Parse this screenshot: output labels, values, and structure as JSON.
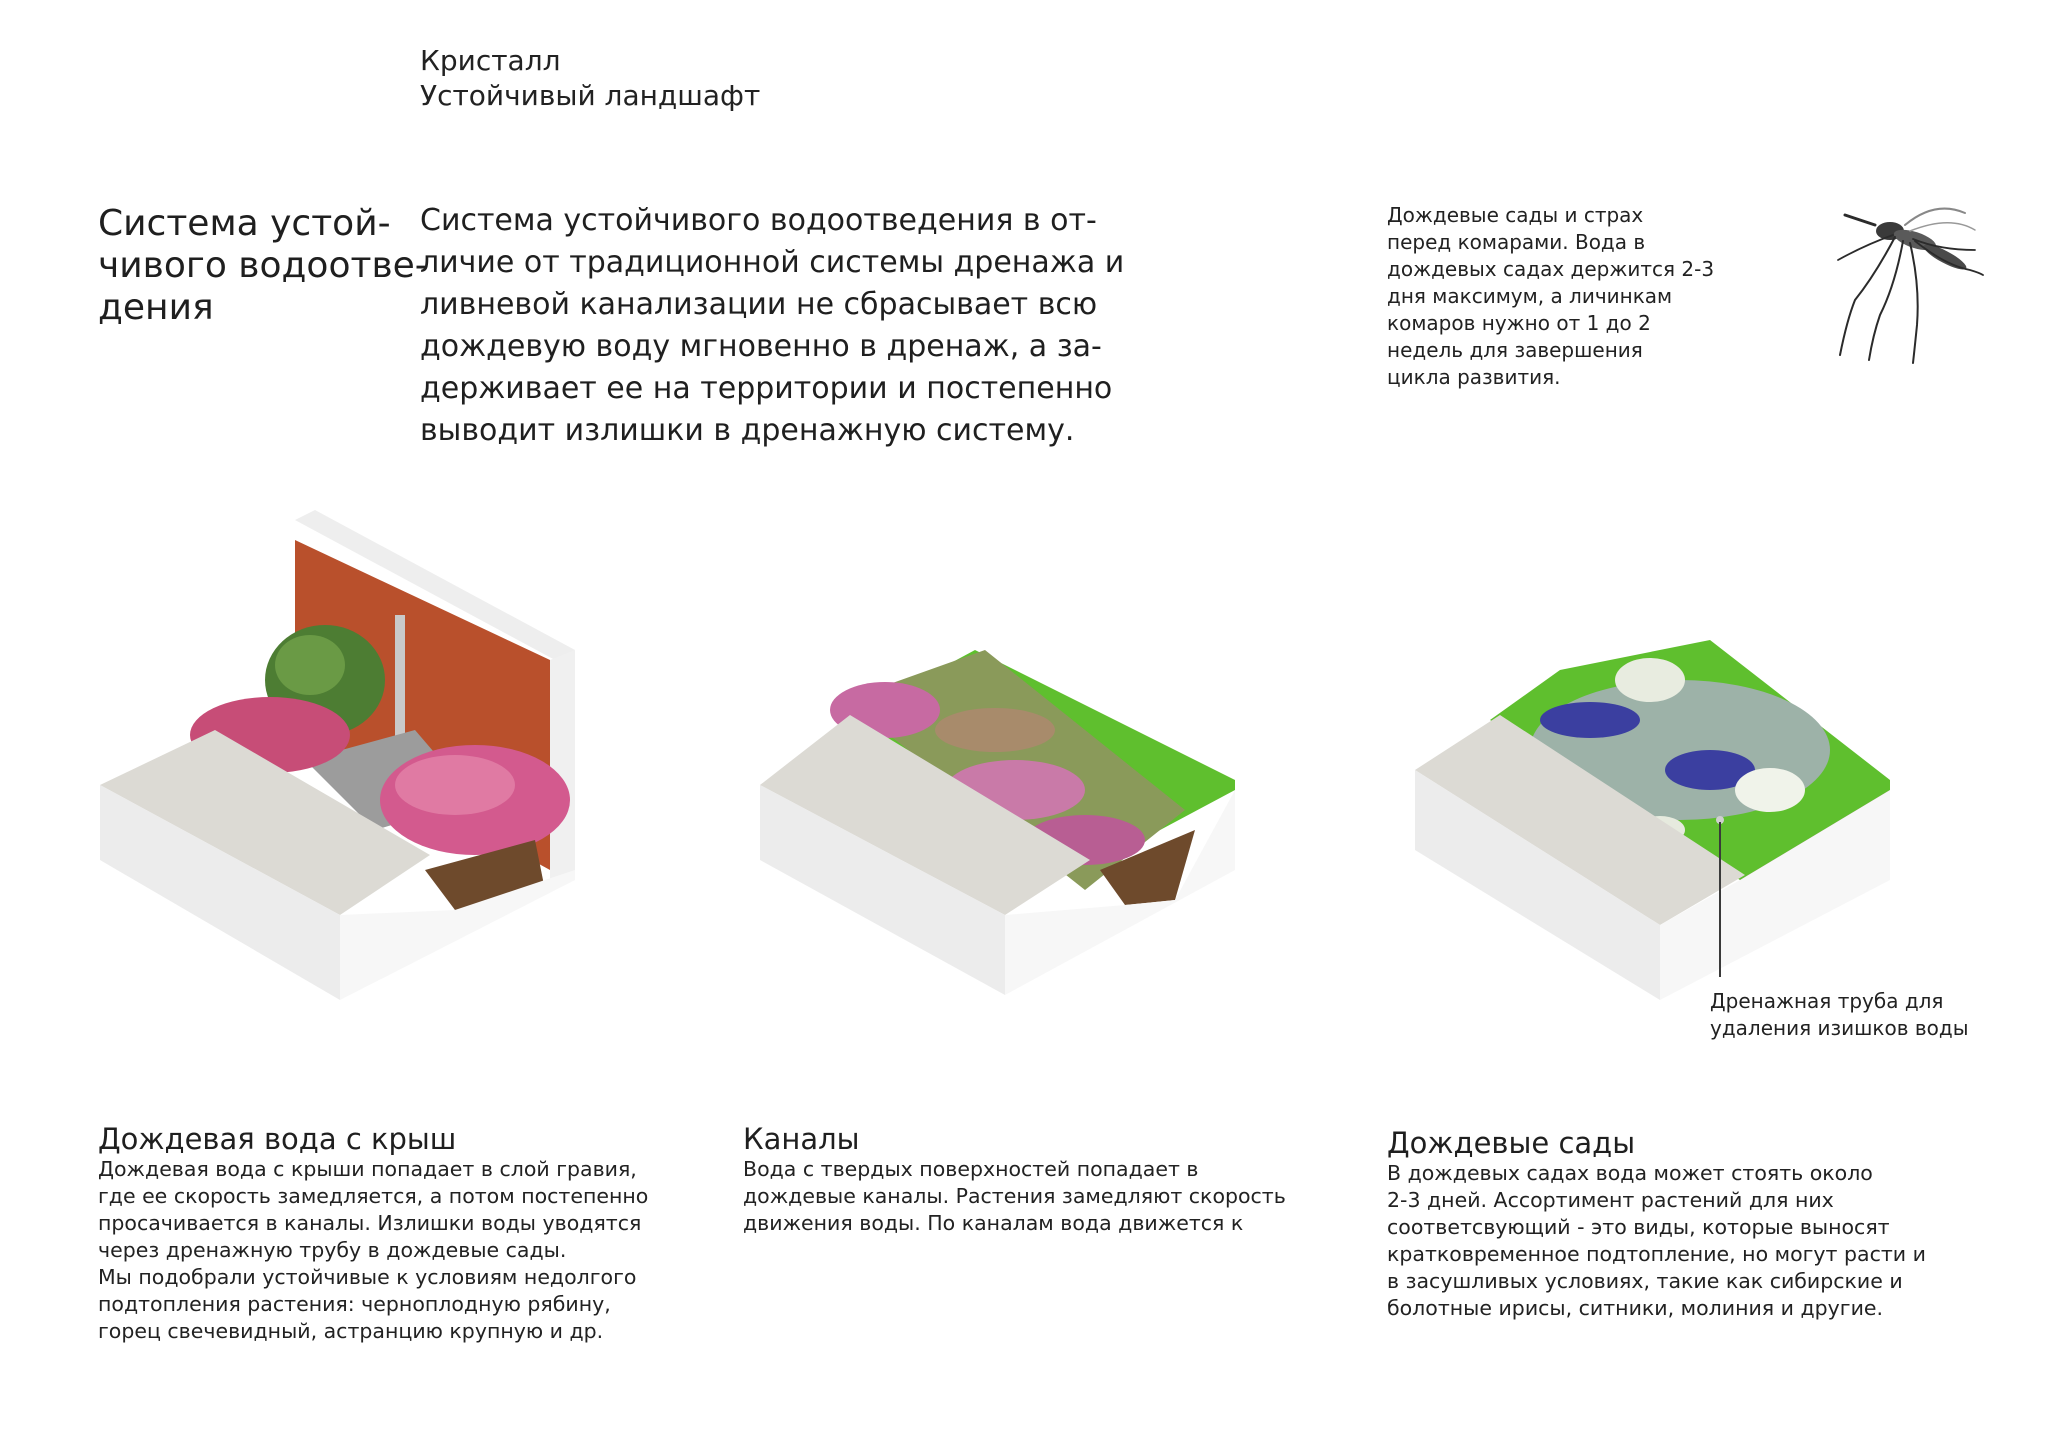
{
  "header": {
    "project_name": "Кристалл",
    "project_subtitle": "Устойчивый ландшафт"
  },
  "section_title": {
    "lines": [
      "Система устой-",
      "чивого водоотве-",
      "дения"
    ]
  },
  "intro": {
    "lines": [
      "Система устойчивого водоотведения в от-",
      "личие от традиционной системы дренажа и",
      "ливневой канализации не сбрасывает всю",
      "дождевую воду мгновенно в дренаж, а за-",
      "держивает ее на территории и постепенно",
      "выводит излишки в дренажную систему."
    ]
  },
  "mosquito_note": {
    "lines": [
      "Дождевые сады и страх",
      "перед комарами. Вода в",
      "дождевых садах держится 2-3",
      "дня максимум, а личинкам",
      "комаров нужно от 1 до 2",
      "недель для завершения",
      "цикла развития."
    ]
  },
  "pipe_label": {
    "lines": [
      "Дренажная труба для",
      "удаления изишков воды"
    ]
  },
  "captions": [
    {
      "title": "Дождевая вода с крыш",
      "lines": [
        "Дождевая вода с крыши попадает в слой гравия,",
        "где ее скорость замедляется, а потом постепенно",
        "просачивается в каналы. Излишки воды уводятся",
        "через дренажную трубу в дождевые сады.",
        "Мы подобрали устойчивые к условиям недолгого",
        "подтопления растения: черноплодную рябину,",
        "горец свечевидный, астранцию крупную и др."
      ]
    },
    {
      "title": "Каналы",
      "lines": [
        "Вода с твердых поверхностей попадает в",
        "дождевые каналы. Растения замедляют скорость",
        "движения воды. По каналам вода движется к"
      ]
    },
    {
      "title": "Дождевые сады",
      "lines": [
        "В дождевых садах вода может стоять около",
        "2-3 дней. Ассортимент растений для них",
        "соответсвующий - это виды, которые выносят",
        "кратковременное подтопление, но могут расти и",
        "в засушливых условиях, такие как сибирские и",
        "болотные ирисы, ситники, молиния и другие."
      ]
    }
  ],
  "colors": {
    "brick": "#b9502c",
    "concrete_top": "#dcdad4",
    "concrete_side": "#f2f2f2",
    "grass": "#5fbf2e",
    "soil": "#6e4a2c",
    "pink_flowers": "#d35a8e",
    "iris_blue": "#3b3fa0"
  },
  "icons": [
    "mosquito-icon"
  ]
}
